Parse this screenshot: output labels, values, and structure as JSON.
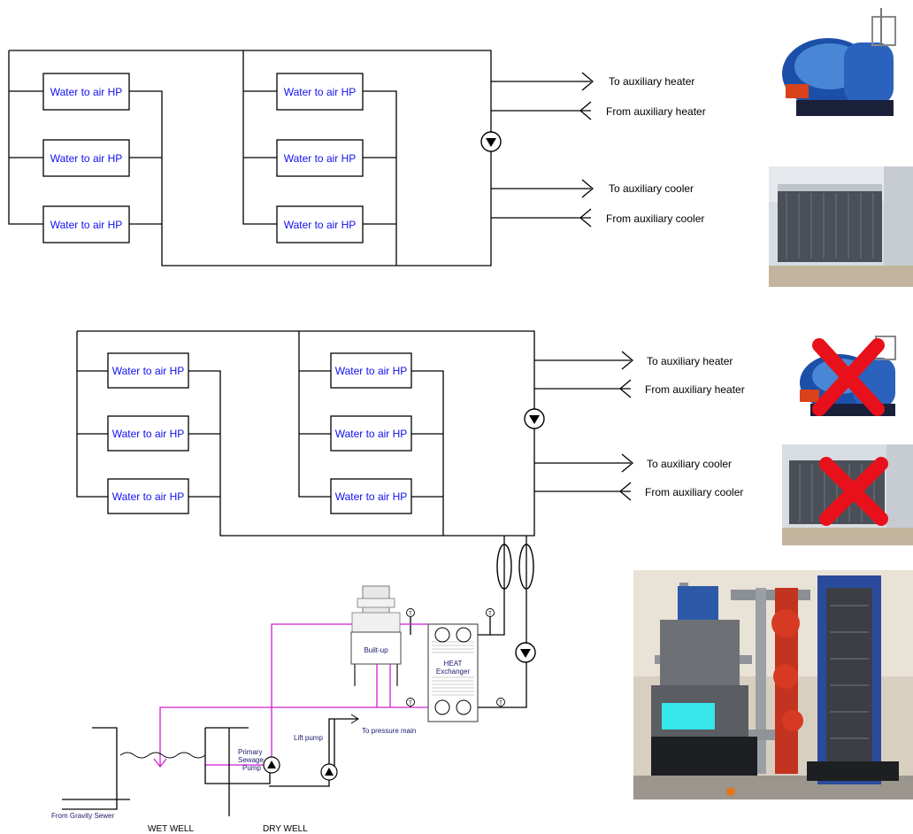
{
  "top_diagram": {
    "hp_label": "Water to air HP",
    "to_heater": "To auxiliary heater",
    "from_heater": "From auxiliary heater",
    "to_cooler": "To auxiliary cooler",
    "from_cooler": "From auxiliary cooler"
  },
  "middle_diagram": {
    "hp_label": "Water to air HP",
    "to_heater": "To auxiliary heater",
    "from_heater": "From auxiliary heater",
    "to_cooler": "To auxiliary cooler",
    "from_cooler": "From auxiliary cooler"
  },
  "sewage_diagram": {
    "built_up": "Built-up",
    "heat_exchanger_line1": "HEAT",
    "heat_exchanger_line2": "Exchanger",
    "temp_symbol": "T",
    "primary_pump_line1": "Primary",
    "primary_pump_line2": "Sewage",
    "primary_pump_line3": "Pump",
    "lift_pump": "Lift pump",
    "to_pressure_main": "To pressure main",
    "from_gravity_sewer": "From Gravity Sewer",
    "wet_well": "WET WELL",
    "dry_well": "DRY WELL"
  },
  "photos": {
    "boiler": "boiler-photo",
    "cooling_tower": "cooling-tower-photo",
    "installation": "heat-exchanger-installation-photo"
  },
  "colors": {
    "hp_text": "#1010ee",
    "sewage_line": "#d01fd0",
    "cross": "#e8101a",
    "placeholder": "#35e6ea"
  }
}
